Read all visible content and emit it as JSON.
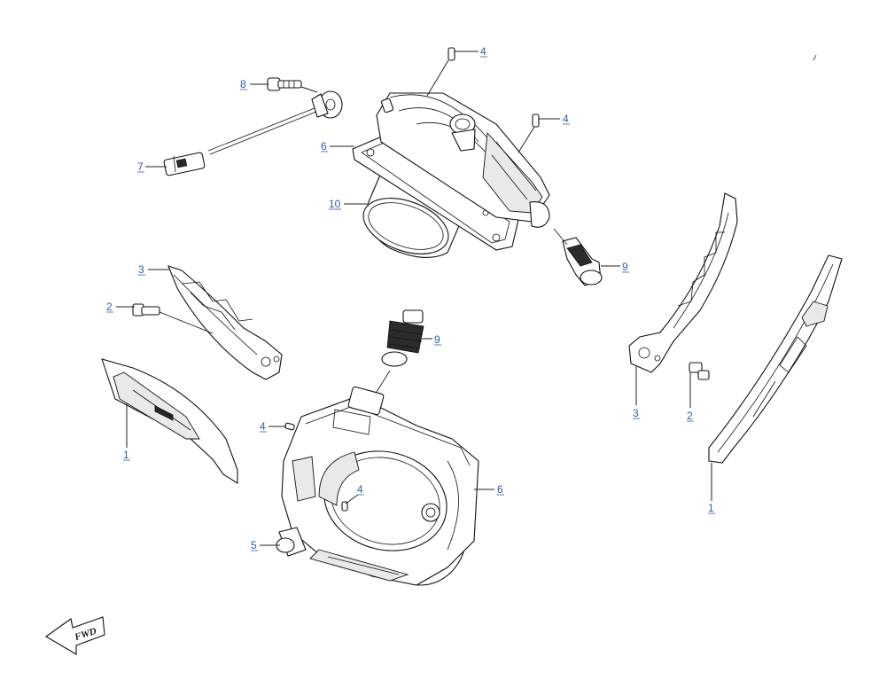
{
  "diagram": {
    "line_color": "#111111",
    "callout_color": "#2a5fa8",
    "background": "#ffffff",
    "callouts": [
      {
        "id": "c4a",
        "label": "4"
      },
      {
        "id": "c8",
        "label": "8"
      },
      {
        "id": "c4b",
        "label": "4"
      },
      {
        "id": "c6a",
        "label": "6"
      },
      {
        "id": "c7",
        "label": "7"
      },
      {
        "id": "c10",
        "label": "10"
      },
      {
        "id": "c9a",
        "label": "9"
      },
      {
        "id": "c3a",
        "label": "3"
      },
      {
        "id": "c2a",
        "label": "2"
      },
      {
        "id": "c9b",
        "label": "9"
      },
      {
        "id": "c3b",
        "label": "3"
      },
      {
        "id": "c2b",
        "label": "2"
      },
      {
        "id": "c1a",
        "label": "1"
      },
      {
        "id": "c4c",
        "label": "4"
      },
      {
        "id": "c4d",
        "label": "4"
      },
      {
        "id": "c6b",
        "label": "6"
      },
      {
        "id": "c5",
        "label": "5"
      },
      {
        "id": "c1b",
        "label": "1"
      }
    ],
    "fwd_label": "FWD"
  }
}
